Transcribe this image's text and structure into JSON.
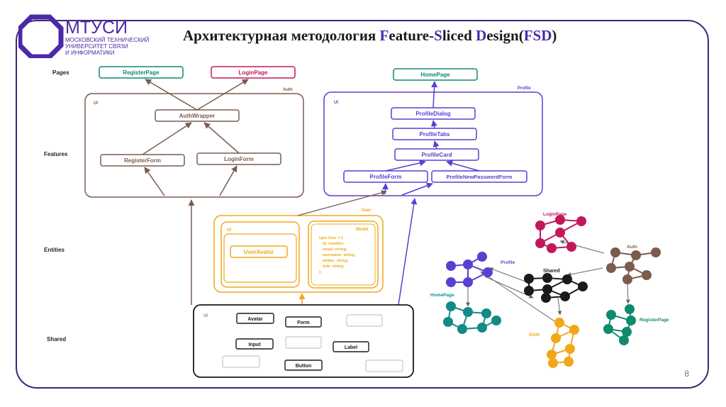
{
  "logo": {
    "name": "МТУСИ",
    "line1": "МОСКОВСКИЙ ТЕХНИЧЕСКИЙ",
    "line2": "УНИВЕРСИТЕТ СВЯЗИ",
    "line3": "И ИНФОРМАТИКИ"
  },
  "title": {
    "prefix": "Архитектурная методология ",
    "f_letter": "F",
    "f_rest": "eature-",
    "s_letter": "S",
    "s_rest": "liced ",
    "d_letter": "D",
    "d_rest": "esign(",
    "fsd": "FSD",
    "close": ")"
  },
  "page_number": "8",
  "colors": {
    "green": "#0f8a6e",
    "pink": "#c2185b",
    "brown": "#7a5c4e",
    "purple": "#5a3fd0",
    "orange": "#f0a81a",
    "black": "#1a1a1a",
    "teal": "#128a86",
    "logo_purple": "#4b2aa8"
  },
  "layers": {
    "pages": "Pages",
    "features": "Features",
    "entities": "Entities",
    "shared": "Shared"
  },
  "left_diagram": {
    "register_page": "RegisterPage",
    "login_page": "LoginPage",
    "auth_label": "Auth",
    "auth_ui": "UI",
    "auth_wrapper": "AuthWrapper",
    "register_form": "RegisterForm",
    "login_form": "LoginForm",
    "home_page": "HomePage",
    "profile_label": "Profile",
    "profile_ui": "UI",
    "profile_dialog": "ProfileDialog",
    "profile_tabs": "ProfileTabs",
    "profile_card": "ProfileCard",
    "profile_form": "ProfileForm",
    "profile_new_password_form": "ProfileNewPasswordForm",
    "user_label": "User",
    "user_ui": "UI",
    "user_avatar": "UserAvatar",
    "model_label": "Model",
    "model_code": [
      "type User = {",
      "id: number;",
      "email: string;",
      "username: string;",
      "avatar: string;",
      "dob: string;",
      "};"
    ],
    "shared_ui": "UI",
    "shared_items": {
      "avatar": "Avatar",
      "form": "Form",
      "input": "Input",
      "label": "Label",
      "button": "Button"
    }
  },
  "graph": {
    "login_page": "LoginPage",
    "auth": "Auth",
    "profile": "Profile",
    "shared": "Shared",
    "home_page": "HomePage",
    "register_page": "RegisterPage",
    "user": "User"
  }
}
